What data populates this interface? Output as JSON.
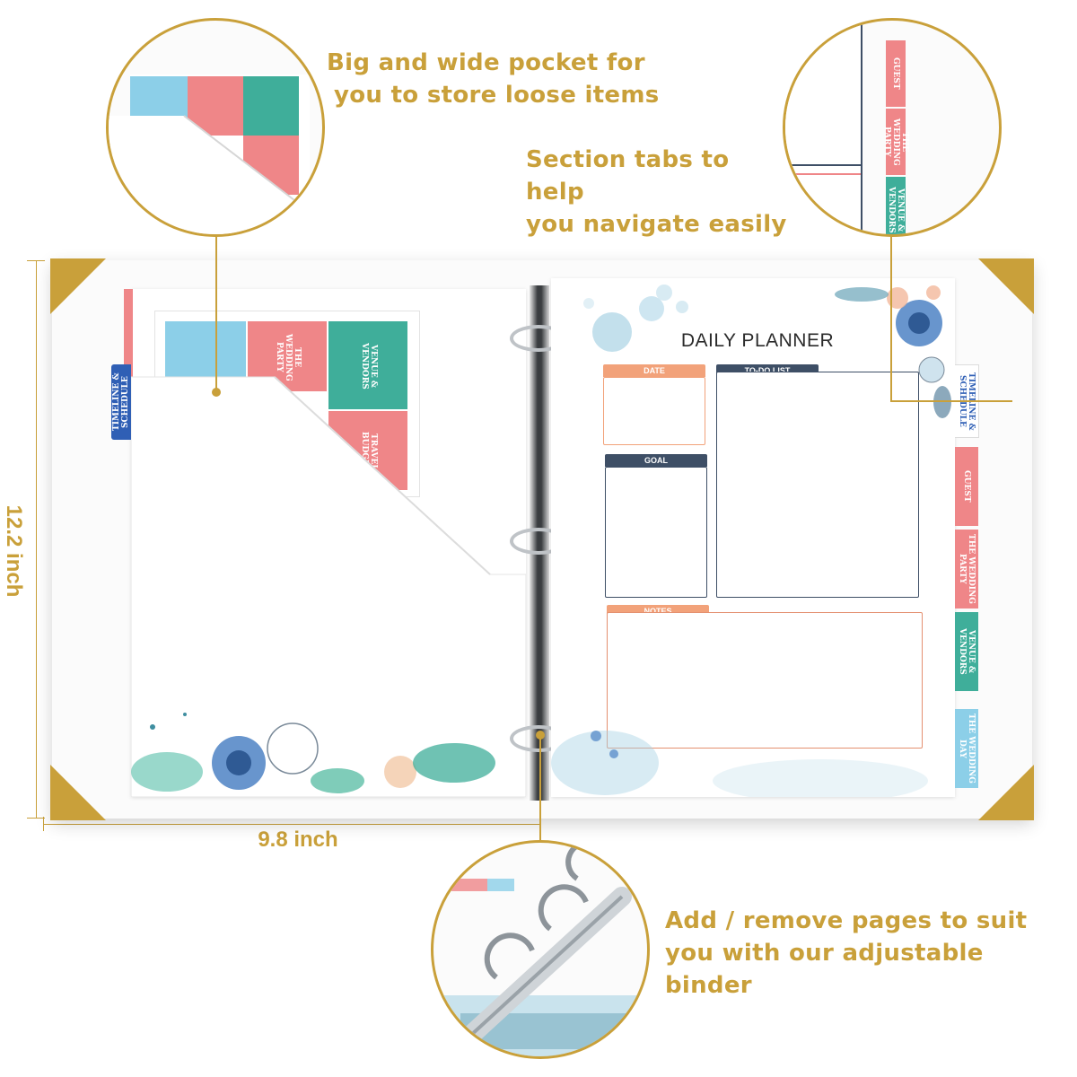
{
  "callouts": {
    "pocket": [
      "Big and wide pocket for",
      "you to store loose items"
    ],
    "tabs": [
      "Section tabs to help",
      "you navigate easily"
    ],
    "binder": [
      "Add / remove pages to suit",
      "you with our adjustable binder"
    ]
  },
  "dimensions": {
    "height": "12.2 inch",
    "width": "9.8 inch"
  },
  "planner": {
    "title": "DAILY PLANNER",
    "date": "DATE",
    "todo": "TO-DO LIST",
    "goal": "GOAL",
    "notes": "NOTES"
  },
  "tabs": {
    "timeline": "TIMELINE & SCHEDULE",
    "guest": "GUEST",
    "wedding_party": "THE WEDDING PARTY",
    "venue": "VENUE & VENDORS",
    "wedding_day": "THE WEDDING DAY",
    "budget": "TRAVEL BUDGET"
  },
  "colors": {
    "gold": "#c9a03a",
    "pink": "#ef8688",
    "teal": "#3fae9a",
    "sky": "#8ccfe8",
    "navy": "#3e4f66",
    "peach": "#f2a27a",
    "blue_tab": "#2f5fb5"
  }
}
